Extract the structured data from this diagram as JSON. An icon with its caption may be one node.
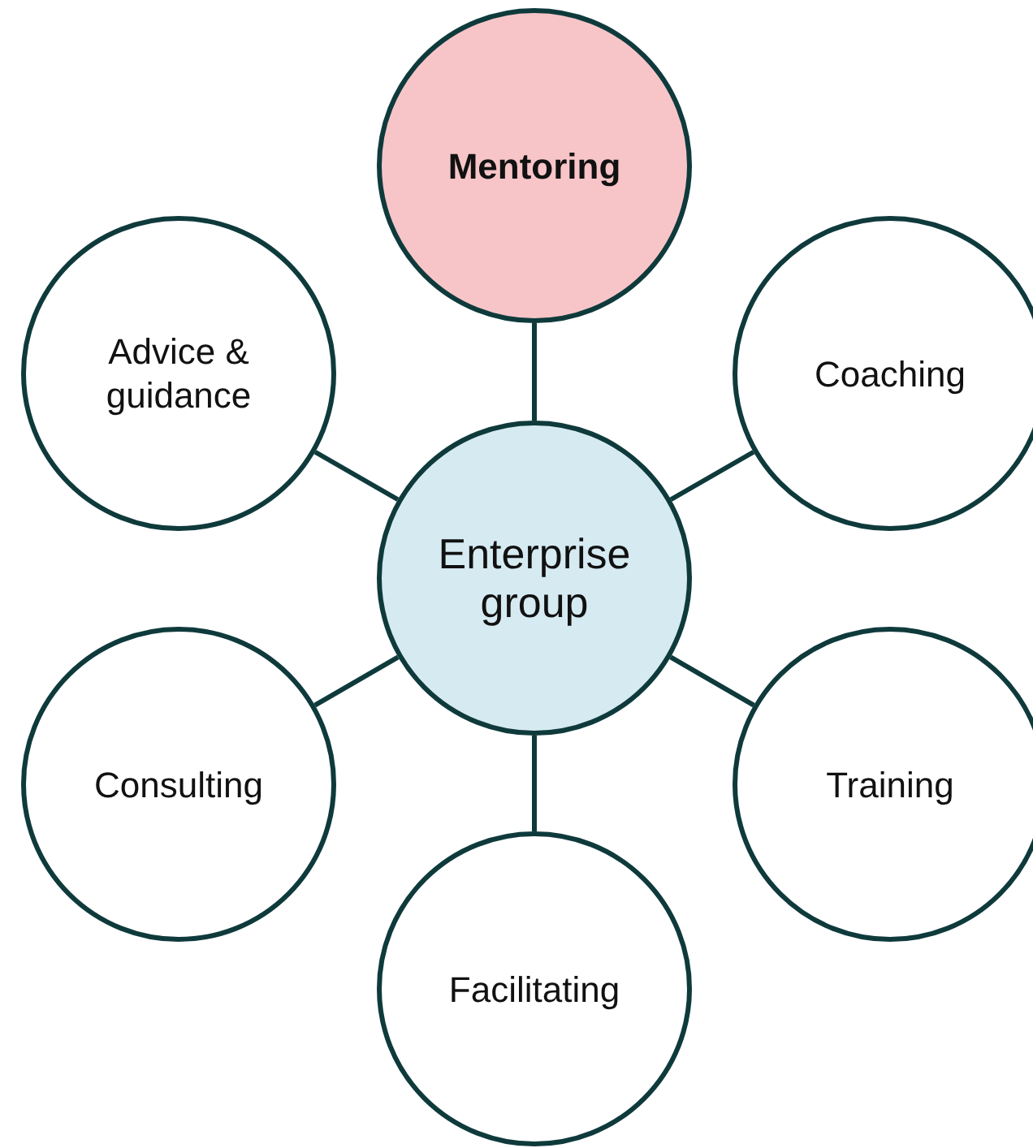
{
  "diagram": {
    "nodes": [
      {
        "text": [
          "Mentoring"
        ]
      },
      {
        "text": [
          "Advice & guidance"
        ]
      },
      {
        "text": [
          "Coaching"
        ]
      },
      {
        "text": [
          "Enterprise group"
        ]
      },
      {
        "text": [
          "Consulting"
        ]
      },
      {
        "text": [
          "Training"
        ]
      },
      {
        "text": [
          "Facilitating"
        ]
      }
    ],
    "edges": [
      {
        "from": 3,
        "to": 0,
        "arrow": "none"
      },
      {
        "from": 3,
        "to": 1,
        "arrow": "none"
      },
      {
        "from": 3,
        "to": 2,
        "arrow": "none"
      },
      {
        "from": 3,
        "to": 4,
        "arrow": "none"
      },
      {
        "from": 3,
        "to": 5,
        "arrow": "none"
      },
      {
        "from": 3,
        "to": 6,
        "arrow": "none"
      }
    ]
  }
}
